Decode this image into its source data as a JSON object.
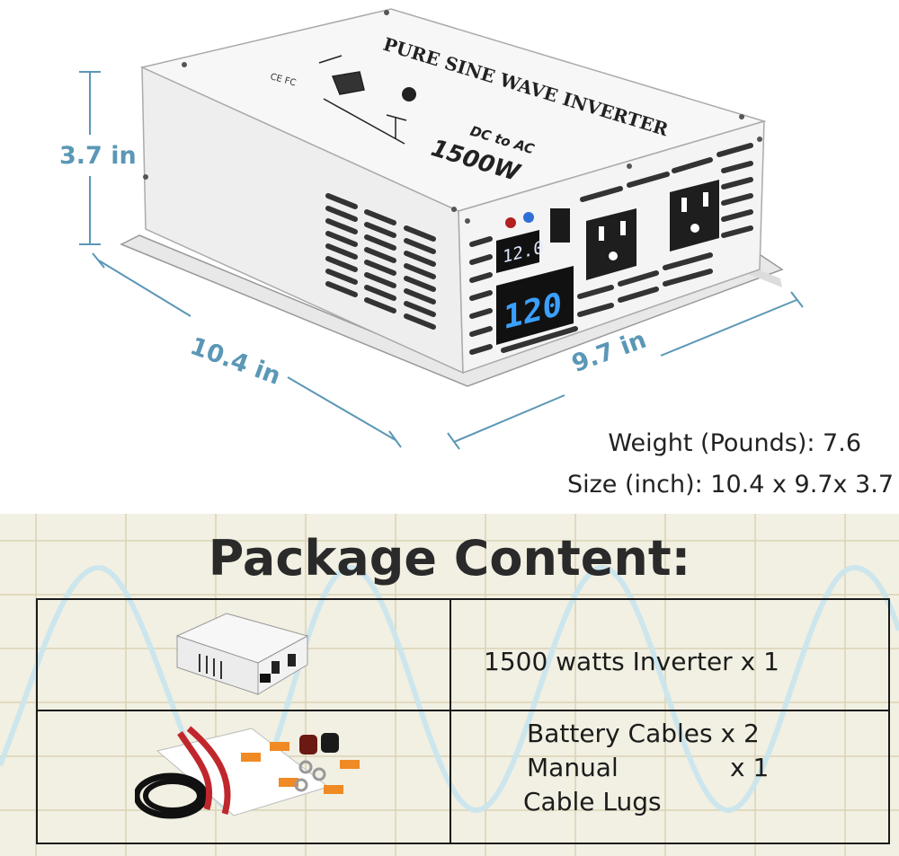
{
  "product": {
    "panel_title": "PURE SINE WAVE INVERTER",
    "panel_subtitle": "DC to AC",
    "panel_power": "1500W",
    "cert_marks": "CE FC",
    "display_dc": "12.0",
    "display_ac": "120"
  },
  "dimensions": {
    "height": "3.7 in",
    "length": "10.4 in",
    "width": "9.7 in"
  },
  "specs": {
    "weight": "Weight (Pounds): 7.6",
    "size": "Size (inch): 10.4 x 9.7x 3.7"
  },
  "package": {
    "title": "Package Content:",
    "row1": "1500 watts Inverter x 1",
    "row2_line1": "Battery Cables x 2",
    "row2_line2_item": "Manual",
    "row2_line2_qty": "x 1",
    "row2_line3": "Cable Lugs"
  },
  "colors": {
    "dimension_accent": "#5b97b6",
    "package_background": "#f2f0e2",
    "sine_wave": "#c9e4ee"
  }
}
